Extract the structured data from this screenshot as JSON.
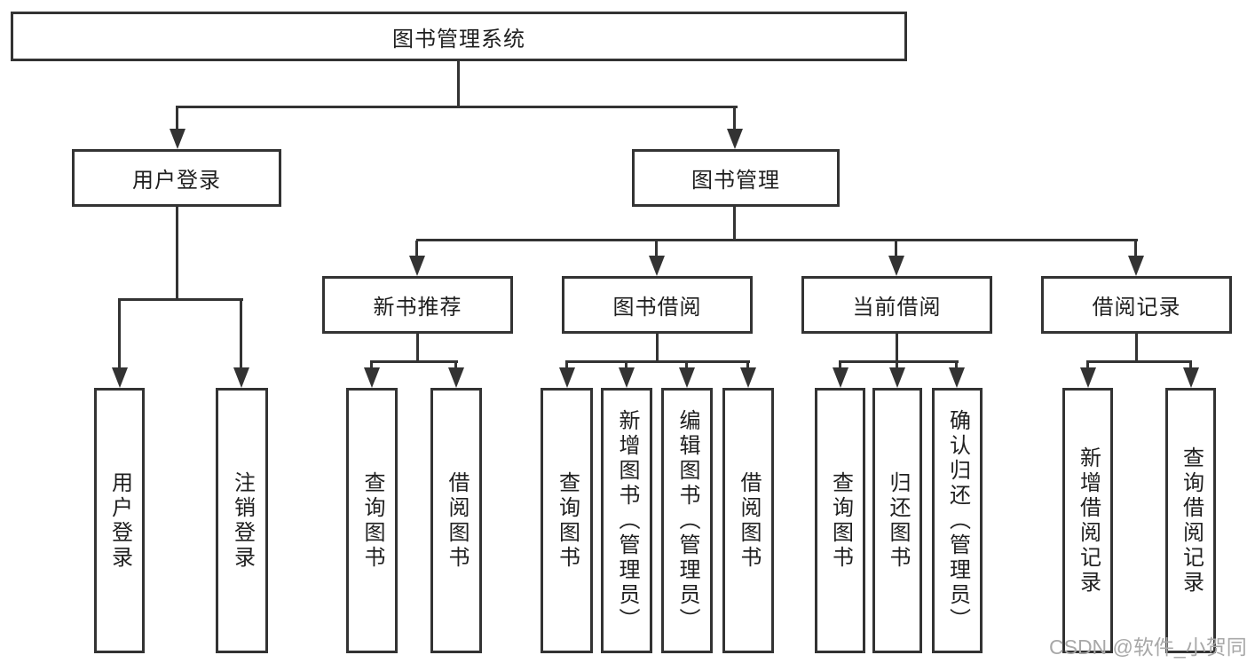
{
  "diagram": {
    "root": {
      "label": "图书管理系统"
    },
    "level2": [
      {
        "label": "用户登录"
      },
      {
        "label": "图书管理"
      }
    ],
    "level3": [
      {
        "label": "新书推荐"
      },
      {
        "label": "图书借阅"
      },
      {
        "label": "当前借阅"
      },
      {
        "label": "借阅记录"
      }
    ],
    "leaves": {
      "user_login": [
        {
          "label": "用户登录"
        },
        {
          "label": "注销登录"
        }
      ],
      "new_book_recommend": [
        {
          "label": "查询图书"
        },
        {
          "label": "借阅图书"
        }
      ],
      "book_borrow": [
        {
          "label": "查询图书"
        },
        {
          "label": "新增图书（管理员）"
        },
        {
          "label": "编辑图书（管理员）"
        },
        {
          "label": "借阅图书"
        }
      ],
      "current_borrow": [
        {
          "label": "查询图书"
        },
        {
          "label": "归还图书"
        },
        {
          "label": "确认归还（管理员）"
        }
      ],
      "borrow_records": [
        {
          "label": "新增借阅记录"
        },
        {
          "label": "查询借阅记录"
        }
      ]
    },
    "watermark": {
      "text": "CSDN @软件_小贺同学"
    },
    "colors": {
      "line": "#333333",
      "text": "#1f1f1f",
      "watermark": "#a8a8a8",
      "background": "#ffffff"
    }
  }
}
